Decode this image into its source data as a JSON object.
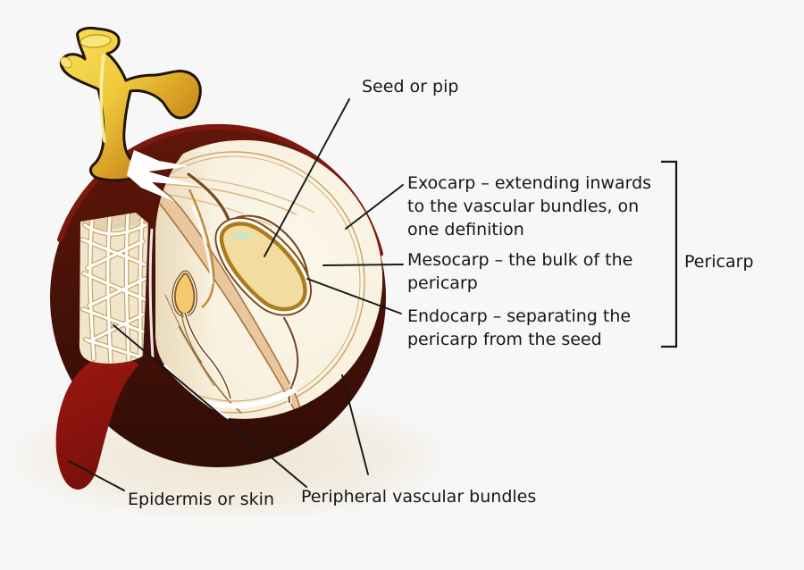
{
  "figure": {
    "labels": {
      "seed": "Seed or pip",
      "exocarp": "Exocarp – extending inwards\nto the vascular bundles, on\none definition",
      "mesocarp": "Mesocarp – the bulk of the\npericarp",
      "endocarp": "Endocarp – separating the\npericarp from the seed",
      "pericarp": "Pericarp",
      "epidermis": "Epidermis or skin",
      "peripheral": "Peripheral vascular bundles"
    },
    "colors": {
      "background": "#f7f7f7",
      "skin_dark": "#451108",
      "skin_rim": "#7c190e",
      "skin_flap_red": "#9e1712",
      "flesh_cream": "#f9f2e2",
      "flesh_pale_edge": "#fdf8ee",
      "seed_fill": "#f3dca0",
      "seed_outline": "#ae7b1b",
      "seed_highlight_mint": "#cbe6ca",
      "vascular_brown": "#7b4b1e",
      "band_tan": "#e9c79e",
      "ring_tan": "#c9a164",
      "net_web_white": "#ffffff",
      "net_bg": "#f1e5cb",
      "stem_yellow": "#f4da4a",
      "stem_amber": "#c07a14",
      "label_text": "#161616"
    }
  }
}
